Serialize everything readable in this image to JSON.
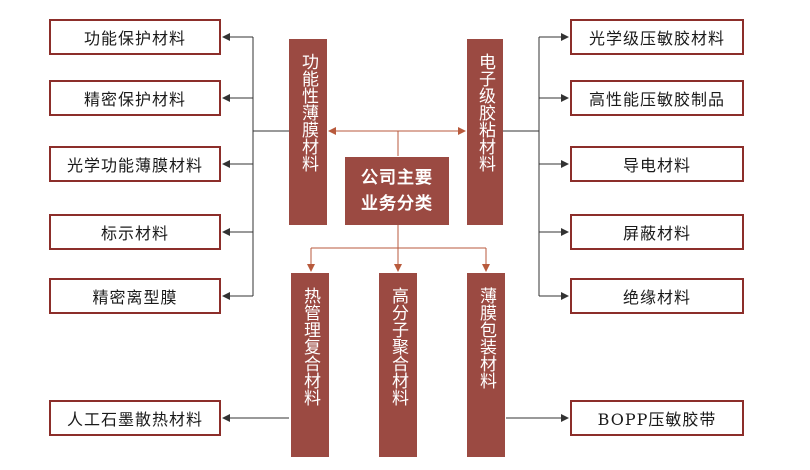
{
  "center": {
    "label": "公司主要\n业务分类"
  },
  "categories": {
    "functional_film": "功能性薄膜材料",
    "electronic_adhesive": "电子级胶粘材料",
    "thermal_composite": "热管理复合材料",
    "polymer": "高分子聚合材料",
    "packaging_film": "薄膜包装材料"
  },
  "functional_film_items": [
    "功能保护材料",
    "精密保护材料",
    "光学功能薄膜材料",
    "标示材料",
    "精密离型膜"
  ],
  "electronic_adhesive_items": [
    "光学级压敏胶材料",
    "高性能压敏胶制品",
    "导电材料",
    "屏蔽材料",
    "绝缘材料"
  ],
  "thermal_composite_items": [
    "人工石墨散热材料"
  ],
  "packaging_film_items": [
    "BOPP压敏胶带"
  ],
  "colors": {
    "accent": "#9b4a42",
    "border": "#8c2e2a",
    "line": "#333333",
    "link": "#b85a3c"
  }
}
